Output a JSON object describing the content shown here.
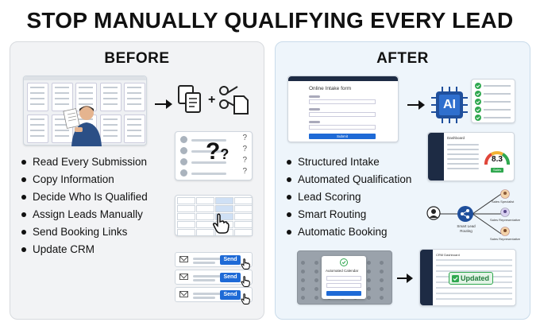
{
  "headline": "STOP MANUALLY QUALIFYING EVERY LEAD",
  "before": {
    "title": "BEFORE",
    "bullets": [
      "Read Every Submission",
      "Copy Information",
      "Decide Who Is Qualified",
      "Assign Leads Manually",
      "Send Booking Links",
      "Update CRM"
    ],
    "send_label": "Send",
    "plus": "+"
  },
  "after": {
    "title": "AFTER",
    "bullets": [
      "Structured Intake",
      "Automated Qualification",
      "Lead Scoring",
      "Smart Routing",
      "Automatic Booking"
    ],
    "form_title": "Online Intake form",
    "form_button": "Submit",
    "ai_label": "AI",
    "score": "8.3",
    "score_badge": "Sales",
    "router_label": "Smart Lead Routing",
    "rep1": "Sales Specialist",
    "rep2": "Sales Representative",
    "rep3": "Sales Representative",
    "booking_title": "Automated Calendar",
    "crm_title": "CRM Dashboard",
    "updated_label": "Updated",
    "dashboard_title": "Dashboard"
  },
  "colors": {
    "accent": "#1e6ad6",
    "ai_chip": "#1f4f9c",
    "check": "#2fa84f",
    "navy": "#1d2b44"
  }
}
